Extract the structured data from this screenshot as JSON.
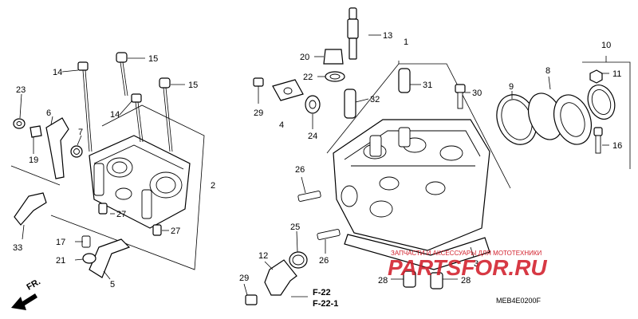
{
  "callouts": {
    "c1": "1",
    "c2": "2",
    "c3": "3",
    "c4": "4",
    "c5": "5",
    "c6": "6",
    "c7": "7",
    "c8": "8",
    "c9": "9",
    "c10": "10",
    "c11": "11",
    "c12": "12",
    "c13": "13",
    "c14a": "14",
    "c14b": "14",
    "c15a": "15",
    "c15b": "15",
    "c16": "16",
    "c17": "17",
    "c19": "19",
    "c20": "20",
    "c21": "21",
    "c22": "22",
    "c23": "23",
    "c24": "24",
    "c25": "25",
    "c26a": "26",
    "c26b": "26",
    "c27a": "27",
    "c27b": "27",
    "c28a": "28",
    "c28b": "28",
    "c29a": "29",
    "c29b": "29",
    "c30": "30",
    "c31": "31",
    "c32": "32",
    "c33": "33"
  },
  "references": {
    "ref1": "F-22",
    "ref2": "F-22-1"
  },
  "direction": "FR.",
  "diagram_code": "MEB4E0200F",
  "watermark": {
    "brand": "PARTSFOR.RU",
    "tagline": "ЗАПЧАСТИ И АКСЕССУАРЫ ДЛЯ МОТОТЕХНИКИ",
    "color": "#d21e2a"
  }
}
